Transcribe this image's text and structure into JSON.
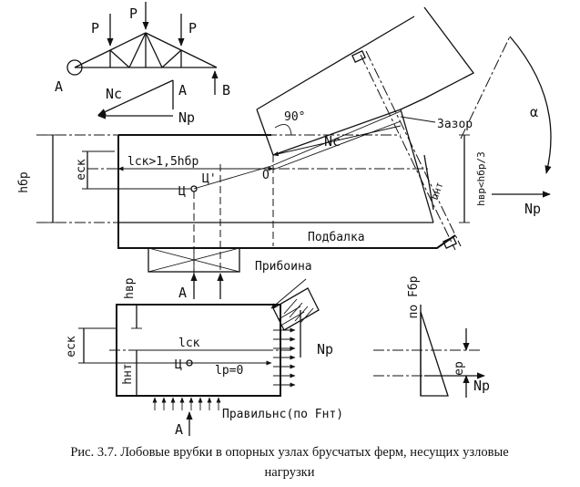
{
  "labels": {
    "P": "P",
    "A": "A",
    "B": "B",
    "Nc": "Nc",
    "Np": "Np",
    "angle90": "90°",
    "zazor": "Зазор",
    "alpha": "α",
    "hbr": "hбр",
    "eck": "eск",
    "lck_cond": "lск>1,5hбр",
    "C_prime": "Ц'",
    "O": "O",
    "C": "Ц",
    "hnm": "hнт",
    "hbr_cond": "hвр<hбр/3",
    "podbalka": "Подбалка",
    "priboina": "Прибоина",
    "hvr": "hвр",
    "lck": "lск",
    "lp0": "lр=0",
    "pravilno": "Правильнс(по Fнт)",
    "po_Fbr": "по Fбр",
    "ep": "eр"
  },
  "caption": {
    "line1": "Рис. 3.7. Лобовые врубки в опорных узлах брусчатых ферм, несущих узловые",
    "line2": "нагрузки"
  }
}
